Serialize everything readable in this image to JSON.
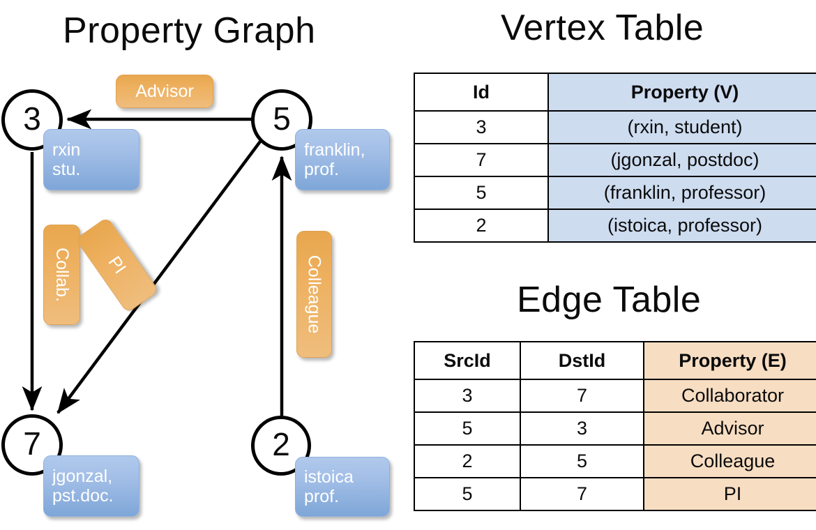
{
  "titles": {
    "graph": "Property Graph",
    "vertex_table": "Vertex Table",
    "edge_table": "Edge Table"
  },
  "graph": {
    "nodes": [
      {
        "id": "3",
        "label": "3",
        "property_badge": "rxin\nstu."
      },
      {
        "id": "5",
        "label": "5",
        "property_badge": "franklin,\nprof."
      },
      {
        "id": "7",
        "label": "7",
        "property_badge": "jgonzal,\npst.doc."
      },
      {
        "id": "2",
        "label": "2",
        "property_badge": "istoica\nprof."
      }
    ],
    "edge_labels": {
      "advisor": "Advisor",
      "collab": "Collab.",
      "pi": "PI",
      "colleague": "Colleague"
    },
    "edges": [
      {
        "from": "5",
        "to": "3",
        "label": "Advisor"
      },
      {
        "from": "3",
        "to": "7",
        "label": "Collab."
      },
      {
        "from": "5",
        "to": "7",
        "label": "PI"
      },
      {
        "from": "2",
        "to": "5",
        "label": "Colleague"
      }
    ]
  },
  "vertex_table": {
    "headers": [
      "Id",
      "Property (V)"
    ],
    "rows": [
      {
        "id": "3",
        "property": "(rxin, student)"
      },
      {
        "id": "7",
        "property": "(jgonzal, postdoc)"
      },
      {
        "id": "5",
        "property": "(franklin, professor)"
      },
      {
        "id": "2",
        "property": "(istoica, professor)"
      }
    ]
  },
  "edge_table": {
    "headers": [
      "SrcId",
      "DstId",
      "Property (E)"
    ],
    "rows": [
      {
        "src": "3",
        "dst": "7",
        "property": "Collaborator"
      },
      {
        "src": "5",
        "dst": "3",
        "property": "Advisor"
      },
      {
        "src": "2",
        "dst": "5",
        "property": "Colleague"
      },
      {
        "src": "5",
        "dst": "7",
        "property": "PI"
      }
    ]
  },
  "colors": {
    "vertex_property_cell": "#cedcf0",
    "edge_property_cell": "#f7ddc2",
    "badge_blue": "#7ea6d8",
    "badge_orange": "#eeb161",
    "stroke": "#000000"
  }
}
